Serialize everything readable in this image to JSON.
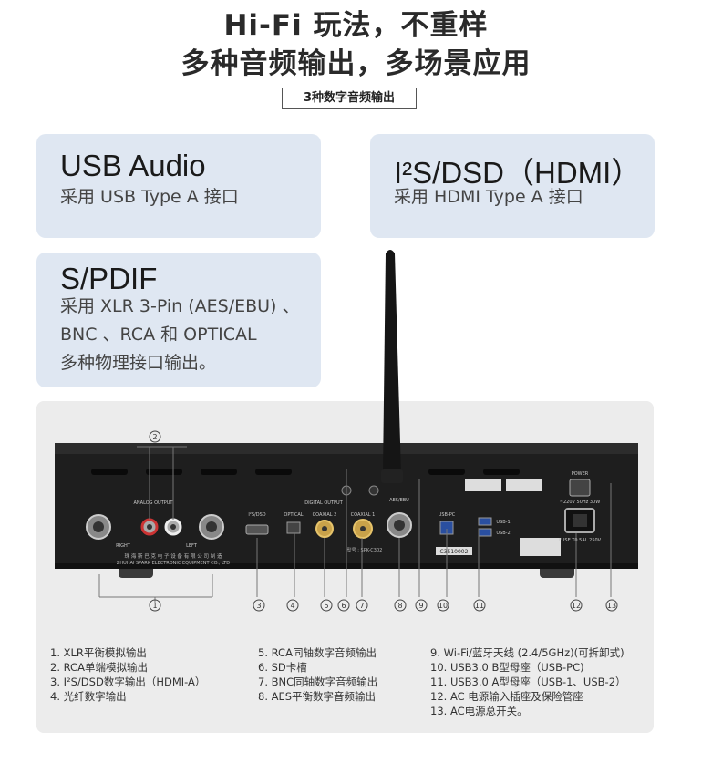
{
  "headline": {
    "line1": "Hi-Fi 玩法，不重样",
    "line2": "多种音频输出，多场景应用"
  },
  "tag": "3种数字音频输出",
  "cards": {
    "usb": {
      "title": "USB Audio",
      "sub": "采用 USB Type A 接口"
    },
    "i2s": {
      "title": "I²S/DSD（HDMI）",
      "sub": "采用 HDMI Type A 接口"
    },
    "spdif": {
      "title": "S/PDIF",
      "sub_lines": [
        "采用 XLR 3-Pin (AES/EBU) 、",
        "BNC 、RCA 和 OPTICAL",
        "多种物理接口输出。"
      ]
    }
  },
  "device_labels": {
    "analog_output": "ANALOG OUTPUT",
    "digital_output": "DIGITAL OUTPUT",
    "i2s_dsd": "I²S/DSD",
    "optical": "OPTICAL",
    "coaxial2": "COAXIAL 2",
    "coaxial1": "COAXIAL 1",
    "aes_ebu": "AES/EBU",
    "usb_pc": "USB-PC",
    "usb1": "USB-1",
    "usb2": "USB-2",
    "power": "POWER",
    "voltage": "~220V 50Hz 30W",
    "fuse": "FUSE T0.5AL 250V",
    "company_cn": "珠 海 斯 巴 克 电 子 设 备 有 限 公 司 制 造",
    "company_en": "ZHUHAI SPARK ELECTRONIC EQUIPMENT CO., LTD",
    "right": "RIGHT",
    "left": "LEFT",
    "serial": "C3510002",
    "model": "型号 : SPK-C302"
  },
  "callouts": [
    "1",
    "2",
    "3",
    "4",
    "5",
    "6",
    "7",
    "8",
    "9",
    "10",
    "11",
    "12",
    "13"
  ],
  "legend": {
    "col1": [
      "1. XLR平衡模拟输出",
      "2. RCA单端模拟输出",
      "3. I²S/DSD数字输出（HDMI-A）",
      "4. 光纤数字输出"
    ],
    "col2": [
      "5. RCA同轴数字音频输出",
      "6. SD卡槽",
      "7. BNC同轴数字音频输出",
      "8. AES平衡数字音频输出"
    ],
    "col3": [
      "9. Wi-Fi/蓝牙天线 (2.4/5GHz)(可拆卸式)",
      "10. USB3.0 B型母座（USB-PC)",
      "11. USB3.0 A型母座（USB-1、USB-2）",
      "12. AC 电源输入插座及保险管座",
      "13. AC电源总开关。"
    ]
  },
  "colors": {
    "card_bg": "#dfe7f2",
    "panel_bg": "#ececec",
    "chassis": "#1e1e1e"
  }
}
